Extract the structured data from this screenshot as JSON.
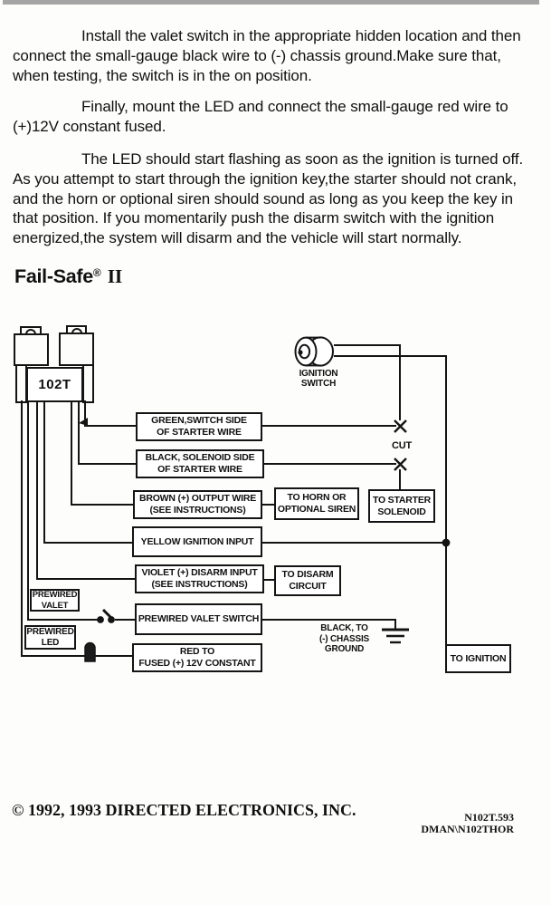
{
  "doc": {
    "paragraphs": [
      "Install the valet switch in the appropriate hidden location and then\nconnect the small-gauge black wire to (-) chassis ground.Make sure that,\nwhen testing, the switch is in the on position.",
      "Finally, mount the LED and  connect the small-gauge red  wire to\n(+)12V constant fused.",
      "The  LED should start flashing as soon as the ignition is turned off.\nAs you attempt to start through the ignition key,the starter should not crank,\nand the horn or optional siren should sound as long as you keep the key in\nthat position. If you momentarily push the disarm switch with the ignition\nenergized,the system will disarm and the vehicle will start normally."
    ],
    "heading": {
      "brand": "Fail-Safe",
      "reg": "®",
      "model": "II"
    },
    "footer": {
      "copyright": "© 1992, 1993 DIRECTED ELECTRONICS, INC.",
      "code1": "N102T.593",
      "code2": "DMAN\\N102THOR"
    }
  },
  "diagram": {
    "module_label": "102T",
    "ignition_switch_label": "IGNITION\nSWITCH",
    "cut_label": "CUT",
    "ground_label": "BLACK, TO\n(-) CHASSIS\nGROUND",
    "prewired_valet_label": "PREWIRED\nVALET",
    "prewired_led_label": "PREWIRED\nLED",
    "wire_color": "#141414",
    "boxes": {
      "green": "GREEN,SWITCH SIDE\nOF STARTER WIRE",
      "black": "BLACK, SOLENOID SIDE\nOF STARTER WIRE",
      "brown": "BROWN (+) OUTPUT WIRE\n(SEE  INSTRUCTIONS)",
      "horn": "TO HORN OR\nOPTIONAL SIREN",
      "solenoid": "TO STARTER\nSOLENOID",
      "yellow": "YELLOW IGNITION INPUT",
      "violet": "VIOLET (+) DISARM INPUT\n(SEE  INSTRUCTIONS)",
      "disarm": "TO DISARM\nCIRCUIT",
      "valet_switch": "PREWIRED VALET SWITCH",
      "red": "RED TO\nFUSED (+) 12V CONSTANT",
      "to_ignition": "TO IGNITION"
    }
  }
}
